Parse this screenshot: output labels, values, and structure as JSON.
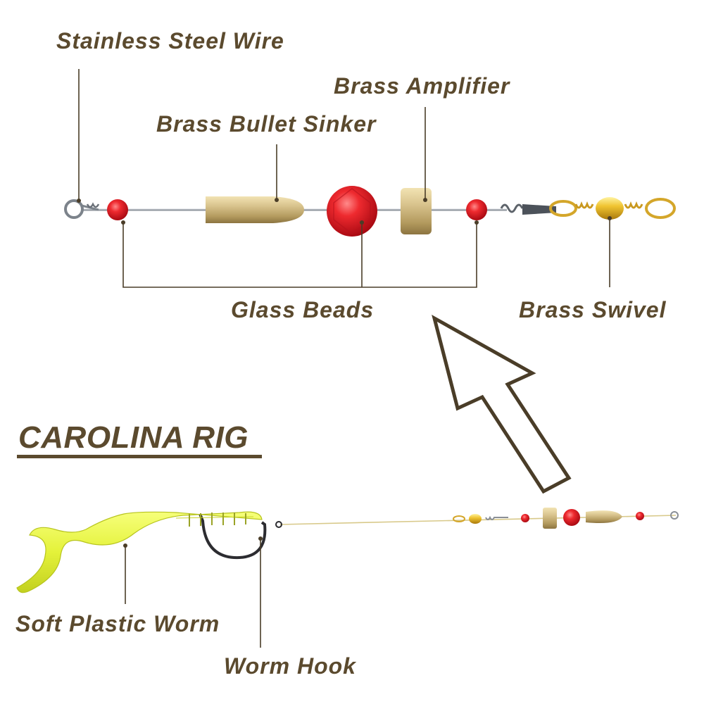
{
  "labels": {
    "stainless_steel_wire": "Stainless Steel Wire",
    "brass_amplifier": "Brass Amplifier",
    "brass_bullet_sinker": "Brass Bullet Sinker",
    "glass_beads": "Glass Beads",
    "brass_swivel": "Brass Swivel",
    "carolina_rig": "CAROLINA RIG",
    "soft_plastic_worm": "Soft Plastic Worm",
    "worm_hook": "Worm Hook"
  },
  "colors": {
    "label_text": "#5b4a2e",
    "leader_line": "#4a3d28",
    "wire": "#9aa0a6",
    "brass": "#c9b37a",
    "bead_red": "#e0202a",
    "worm": "#e4f23a",
    "fishing_line": "#d8c98a"
  }
}
